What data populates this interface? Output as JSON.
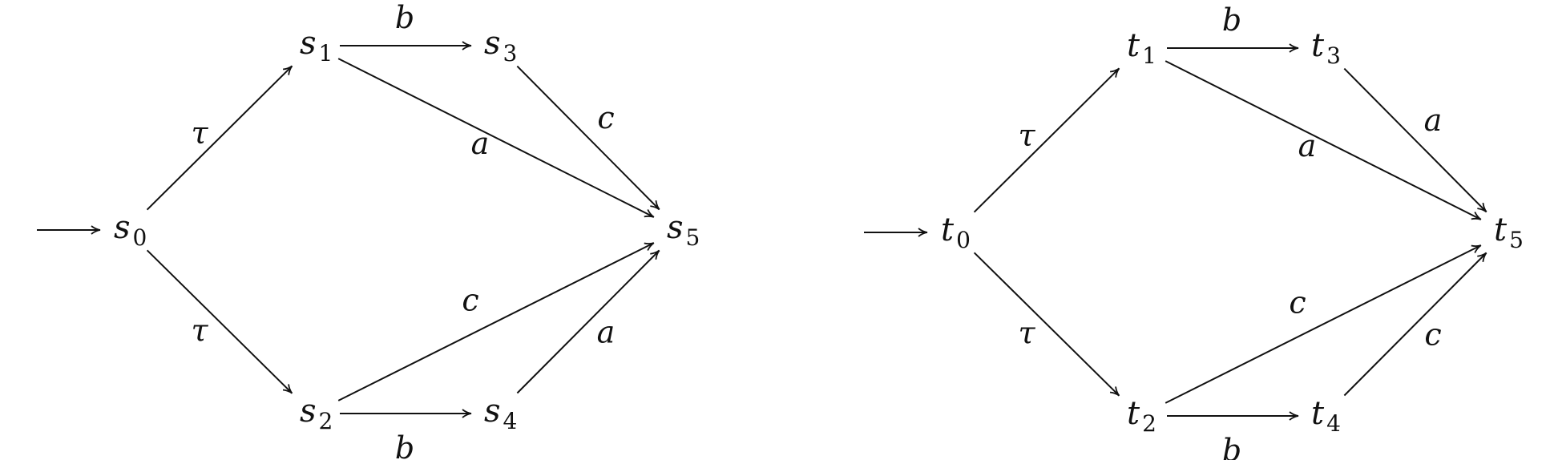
{
  "graphs": [
    {
      "id": "left",
      "nodes": [
        {
          "id": "s0",
          "base": "s",
          "sub": "0"
        },
        {
          "id": "s1",
          "base": "s",
          "sub": "1"
        },
        {
          "id": "s2",
          "base": "s",
          "sub": "2"
        },
        {
          "id": "s3",
          "base": "s",
          "sub": "3"
        },
        {
          "id": "s4",
          "base": "s",
          "sub": "4"
        },
        {
          "id": "s5",
          "base": "s",
          "sub": "5"
        }
      ],
      "initial": "s0",
      "edges": [
        {
          "from": "s0",
          "to": "s1",
          "label": "τ"
        },
        {
          "from": "s0",
          "to": "s2",
          "label": "τ"
        },
        {
          "from": "s1",
          "to": "s3",
          "label": "b"
        },
        {
          "from": "s1",
          "to": "s5",
          "label": "a"
        },
        {
          "from": "s3",
          "to": "s5",
          "label": "c"
        },
        {
          "from": "s2",
          "to": "s5",
          "label": "c"
        },
        {
          "from": "s2",
          "to": "s4",
          "label": "b"
        },
        {
          "from": "s4",
          "to": "s5",
          "label": "a"
        }
      ]
    },
    {
      "id": "right",
      "nodes": [
        {
          "id": "t0",
          "base": "t",
          "sub": "0"
        },
        {
          "id": "t1",
          "base": "t",
          "sub": "1"
        },
        {
          "id": "t2",
          "base": "t",
          "sub": "2"
        },
        {
          "id": "t3",
          "base": "t",
          "sub": "3"
        },
        {
          "id": "t4",
          "base": "t",
          "sub": "4"
        },
        {
          "id": "t5",
          "base": "t",
          "sub": "5"
        }
      ],
      "initial": "t0",
      "edges": [
        {
          "from": "t0",
          "to": "t1",
          "label": "τ"
        },
        {
          "from": "t0",
          "to": "t2",
          "label": "τ"
        },
        {
          "from": "t1",
          "to": "t3",
          "label": "b"
        },
        {
          "from": "t1",
          "to": "t5",
          "label": "a"
        },
        {
          "from": "t3",
          "to": "t5",
          "label": "a"
        },
        {
          "from": "t2",
          "to": "t5",
          "label": "c"
        },
        {
          "from": "t2",
          "to": "t4",
          "label": "b"
        },
        {
          "from": "t4",
          "to": "t5",
          "label": "c"
        }
      ]
    }
  ]
}
